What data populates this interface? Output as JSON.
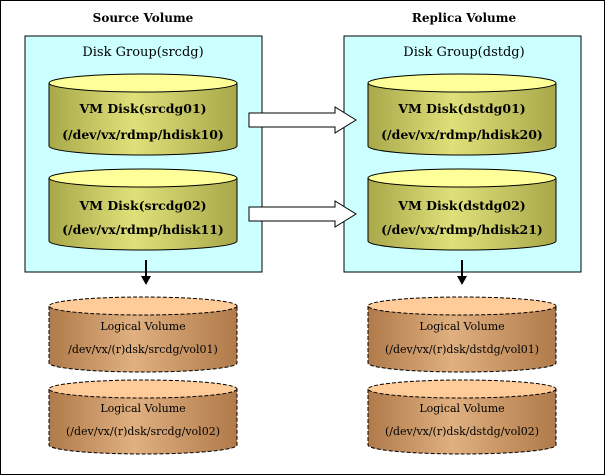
{
  "source": {
    "heading": "Source Volume",
    "group_label": "Disk Group(srcdg)",
    "disks": [
      {
        "name": "VM Disk(srcdg01)",
        "path": "(/dev/vx/rdmp/hdisk10)"
      },
      {
        "name": "VM Disk(srcdg02)",
        "path": "(/dev/vx/rdmp/hdisk11)"
      }
    ],
    "volumes": [
      {
        "name": "Logical Volume",
        "path": "/dev/vx/(r)dsk/srcdg/vol01)"
      },
      {
        "name": "Logical Volume",
        "path": "(/dev/vx/(r)dsk/srcdg/vol02)"
      }
    ]
  },
  "replica": {
    "heading": "Replica Volume",
    "group_label": "Disk Group(dstdg)",
    "disks": [
      {
        "name": "VM Disk(dstdg01)",
        "path": "(/dev/vx/rdmp/hdisk20)"
      },
      {
        "name": "VM Disk(dstdg02)",
        "path": "(/dev/vx/rdmp/hdisk21)"
      }
    ],
    "volumes": [
      {
        "name": "Logical Volume",
        "path": "(/dev/vx/(r)dsk/dstdg/vol01)"
      },
      {
        "name": "Logical Volume",
        "path": "(/dev/vx/(r)dsk/dstdg/vol02)"
      }
    ]
  },
  "colors": {
    "group_fill": "#ccffff",
    "disk_fill": "#cccc66",
    "disk_top": "#ffff99",
    "volume_fill": "#cc9966",
    "volume_top": "#ffcc99"
  }
}
